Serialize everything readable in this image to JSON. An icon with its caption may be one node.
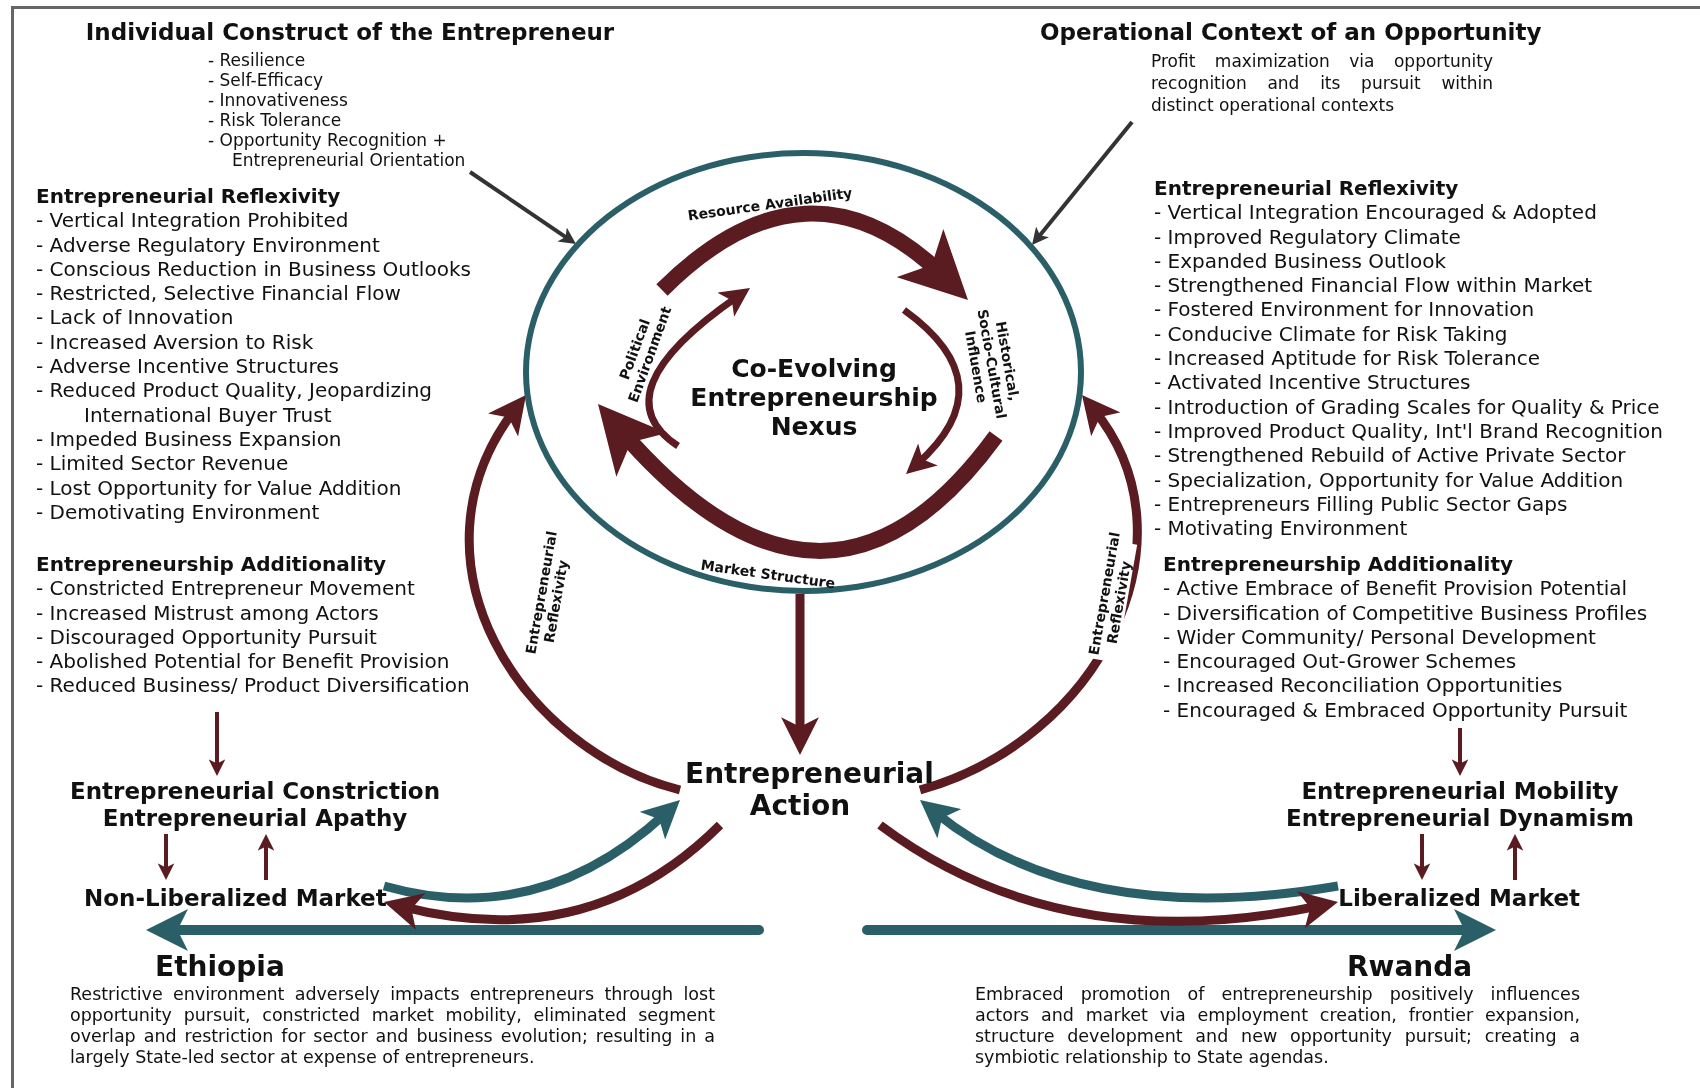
{
  "diagram": {
    "nodes": [
      {
        "text": [
          "Individual Construct of the Entrepreneur",
          "- Resilience",
          "- Self-Efficacy",
          "- Innovativeness",
          "- Risk Tolerance",
          "- Opportunity Recognition + Entrepreneurial Orientation"
        ]
      },
      {
        "text": [
          "Operational Context of an Opportunity",
          "Profit maximization via opportunity recognition and its pursuit within distinct operational contexts"
        ]
      },
      {
        "text": [
          "Co-Evolving Entrepreneurship Nexus"
        ]
      },
      {
        "text": [
          "Entrepreneurial Reflexivity",
          "- Vertical Integration Prohibited",
          "- Adverse Regulatory Environment",
          "- Conscious Reduction in Business Outlooks",
          "- Restricted, Selective Financial Flow",
          "- Lack of Innovation",
          "- Increased Aversion to Risk",
          "- Adverse Incentive Structures",
          "- Reduced Product Quality, Jeopardizing International Buyer Trust",
          "- Impeded Business Expansion",
          "- Limited Sector Revenue",
          "- Lost Opportunity for Value Addition",
          "- Demotivating Environment"
        ]
      },
      {
        "text": [
          "Entrepreneurship Additionality",
          "- Constricted Entrepreneur Movement",
          "- Increased Mistrust among Actors",
          "- Discouraged Opportunity Pursuit",
          "- Abolished Potential for Benefit Provision",
          "- Reduced Business/ Product Diversification"
        ]
      },
      {
        "text": [
          "Entrepreneurial Reflexivity",
          "- Vertical Integration Encouraged & Adopted",
          "- Improved Regulatory Climate",
          "- Expanded Business Outlook",
          "- Strengthened Financial Flow within Market",
          "- Fostered Environment for Innovation",
          "- Conducive Climate for Risk Taking",
          "- Increased Aptitude for Risk Tolerance",
          "- Activated Incentive Structures",
          "- Introduction of Grading Scales for Quality & Price",
          "- Improved Product Quality, Int'l Brand Recognition",
          "- Strengthened Rebuild of Active Private Sector",
          "- Specialization, Opportunity for Value Addition",
          "- Entrepreneurs Filling Public Sector Gaps",
          "- Motivating Environment"
        ]
      },
      {
        "text": [
          "Entrepreneurship Additionality",
          "- Active Embrace of Benefit Provision Potential",
          "- Diversification of Competitive Business Profiles",
          "- Wider Community/ Personal Development",
          "- Encouraged Out-Grower Schemes",
          "- Increased Reconciliation Opportunities",
          "- Encouraged & Embraced Opportunity Pursuit"
        ]
      },
      {
        "text": [
          "Entrepreneurial Action"
        ]
      },
      {
        "text": [
          "Entrepreneurial Constriction",
          "Entrepreneurial Apathy"
        ]
      },
      {
        "text": [
          "Non-Liberalized Market"
        ]
      },
      {
        "text": [
          "Entrepreneurial Mobility",
          "Entrepreneurial Dynamism"
        ]
      },
      {
        "text": [
          "Liberalized Market"
        ]
      },
      {
        "text": [
          "Ethiopia",
          "Restrictive environment adversely impacts entrepreneurs through lost opportunity pursuit, constricted market mobility, eliminated segment overlap and restriction for sector and business evolution; resulting in a largely State-led sector at expense of entrepreneurs."
        ]
      },
      {
        "text": [
          "Rwanda",
          "Embraced promotion of entrepreneurship positively influences actors and market via employment creation, frontier expansion, structure development and new opportunity pursuit; creating a symbiotic relationship to State agendas."
        ]
      }
    ],
    "edges": [
      {
        "from": 0,
        "to": 2,
        "arrow": "to",
        "color": "#333333"
      },
      {
        "from": 1,
        "to": 2,
        "arrow": "to",
        "color": "#333333"
      },
      {
        "from": 2,
        "to": 7,
        "arrow": "to",
        "style": "thick"
      },
      {
        "from": 7,
        "to": 2,
        "arrow": "to",
        "style": "thick",
        "label": "Entrepreneurial Reflexivity"
      },
      {
        "from": 7,
        "to": 2,
        "arrow": "to",
        "style": "thick",
        "label": "Entrepreneurial Reflexivity"
      },
      {
        "from": 4,
        "to": 8,
        "arrow": "to"
      },
      {
        "from": 8,
        "to": 9,
        "arrow": "to"
      },
      {
        "from": 9,
        "to": 8,
        "arrow": "to"
      },
      {
        "from": 6,
        "to": 10,
        "arrow": "to"
      },
      {
        "from": 10,
        "to": 11,
        "arrow": "to"
      },
      {
        "from": 11,
        "to": 10,
        "arrow": "to"
      },
      {
        "from": 9,
        "to": 7,
        "arrow": "to",
        "style": "thick",
        "color": "#2b5f68"
      },
      {
        "from": 7,
        "to": 9,
        "arrow": "to",
        "style": "thick"
      },
      {
        "from": 11,
        "to": 7,
        "arrow": "to",
        "style": "thick",
        "color": "#2b5f68"
      },
      {
        "from": 7,
        "to": 11,
        "arrow": "to",
        "style": "thick"
      }
    ],
    "labels": [
      "Resource Availability",
      "Political Environment",
      "Historical, Socio-Cultural Influence",
      "Market Structure"
    ]
  }
}
